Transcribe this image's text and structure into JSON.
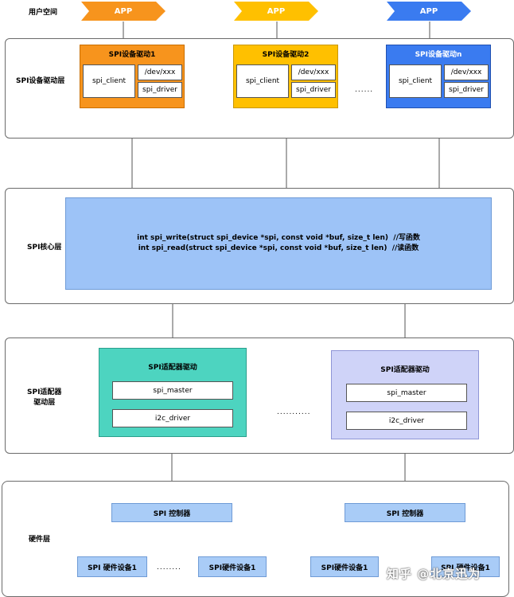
{
  "user_space": {
    "label": "用户空间",
    "apps": [
      "APP",
      "APP",
      "APP"
    ],
    "app_colors": [
      "#f7941d",
      "#ffc000",
      "#3a7bf0"
    ]
  },
  "device_layer": {
    "label": "SPI设备驱动层",
    "drivers": [
      {
        "title": "SPI设备驱动1",
        "client": "spi_client",
        "dev": "/dev/xxx",
        "driver": "spi_driver",
        "color": "#f7941d"
      },
      {
        "title": "SPI设备驱动2",
        "client": "spi_client",
        "dev": "/dev/xxx",
        "driver": "spi_driver",
        "color": "#ffc000"
      },
      {
        "title": "SPI设备驱动n",
        "client": "spi_client",
        "dev": "/dev/xxx",
        "driver": "spi_driver",
        "color": "#3a7bf0"
      }
    ],
    "ellipsis": "......"
  },
  "core_layer": {
    "label": "SPI核心层",
    "line1": "int spi_write(struct spi_device *spi, const void *buf, size_t len)  //写函数",
    "line2": "int spi_read(struct spi_device *spi, const void *buf, size_t len)  //读函数",
    "color": "#9dc3f7"
  },
  "adapter_layer": {
    "label_line1": "SPI适配器",
    "label_line2": "驱动层",
    "adapters": [
      {
        "title": "SPI适配器驱动",
        "master": "spi_master",
        "driver": "i2c_driver",
        "color": "#4dd4c0"
      },
      {
        "title": "SPI适配器驱动",
        "master": "spi_master",
        "driver": "i2c_driver",
        "color": "#cfd3f8"
      }
    ],
    "ellipsis": "..........."
  },
  "hardware_layer": {
    "label": "硬件层",
    "controllers": [
      "SPI 控制器",
      "SPI 控制器"
    ],
    "devices": [
      "SPI 硬件设备1",
      "SPI硬件设备1",
      "SPI硬件设备1",
      "SPI 硬件设备1"
    ],
    "ellipsis": "........",
    "color": "#a9ccf7"
  },
  "watermark": "知乎 @北京迅为"
}
